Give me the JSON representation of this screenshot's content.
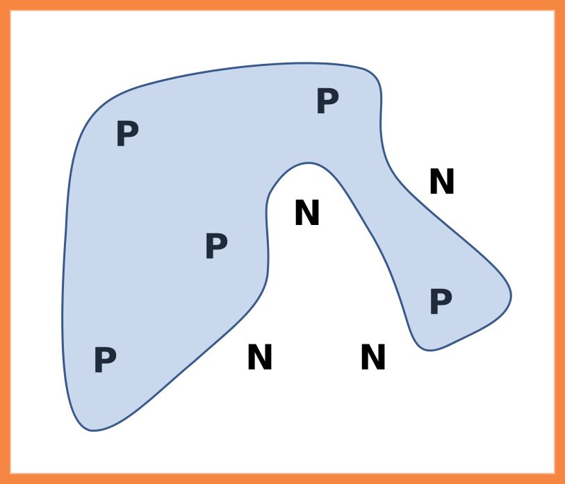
{
  "colors": {
    "border": "#f58642",
    "region_fill": "#c9d8ec",
    "region_stroke": "#3a5a8a",
    "positive_text": "#1f2a3b",
    "negative_text": "#000000"
  },
  "labels": {
    "positive": [
      "P",
      "P",
      "P",
      "P",
      "P"
    ],
    "negative": [
      "N",
      "N",
      "N",
      "N"
    ]
  }
}
